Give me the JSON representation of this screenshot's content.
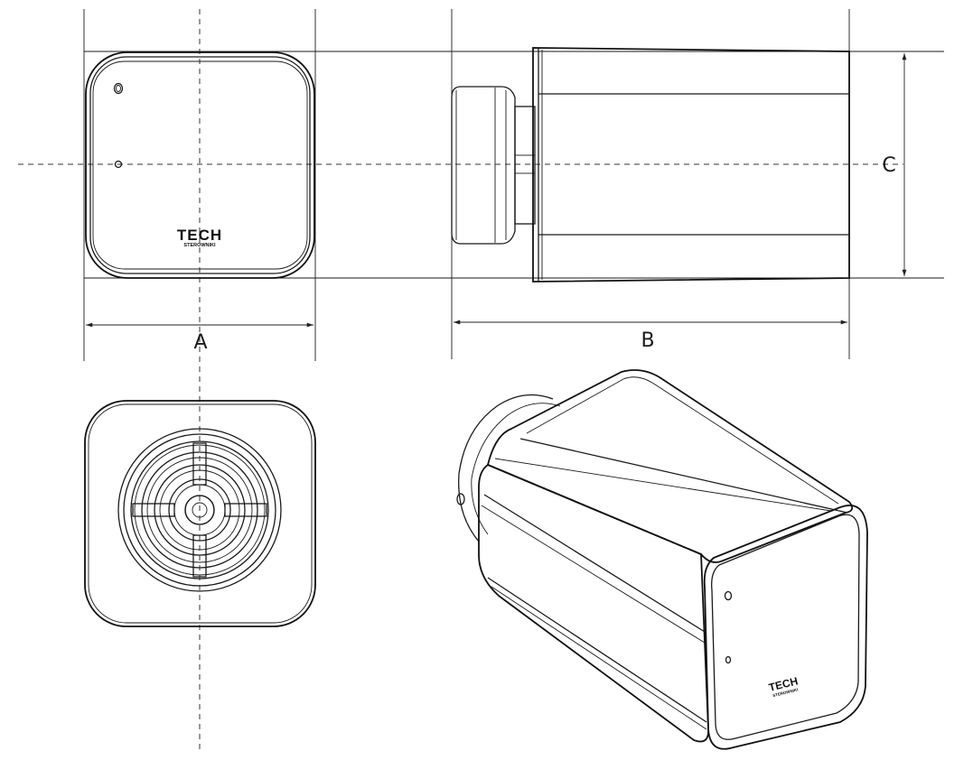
{
  "dimensions": {
    "a_label": "A",
    "b_label": "B",
    "c_label": "C"
  },
  "brand": {
    "logo_text": "TECH",
    "subtitle": "STEROWNIKI"
  },
  "colors": {
    "line": "#1a1a1a",
    "background": "#ffffff"
  }
}
